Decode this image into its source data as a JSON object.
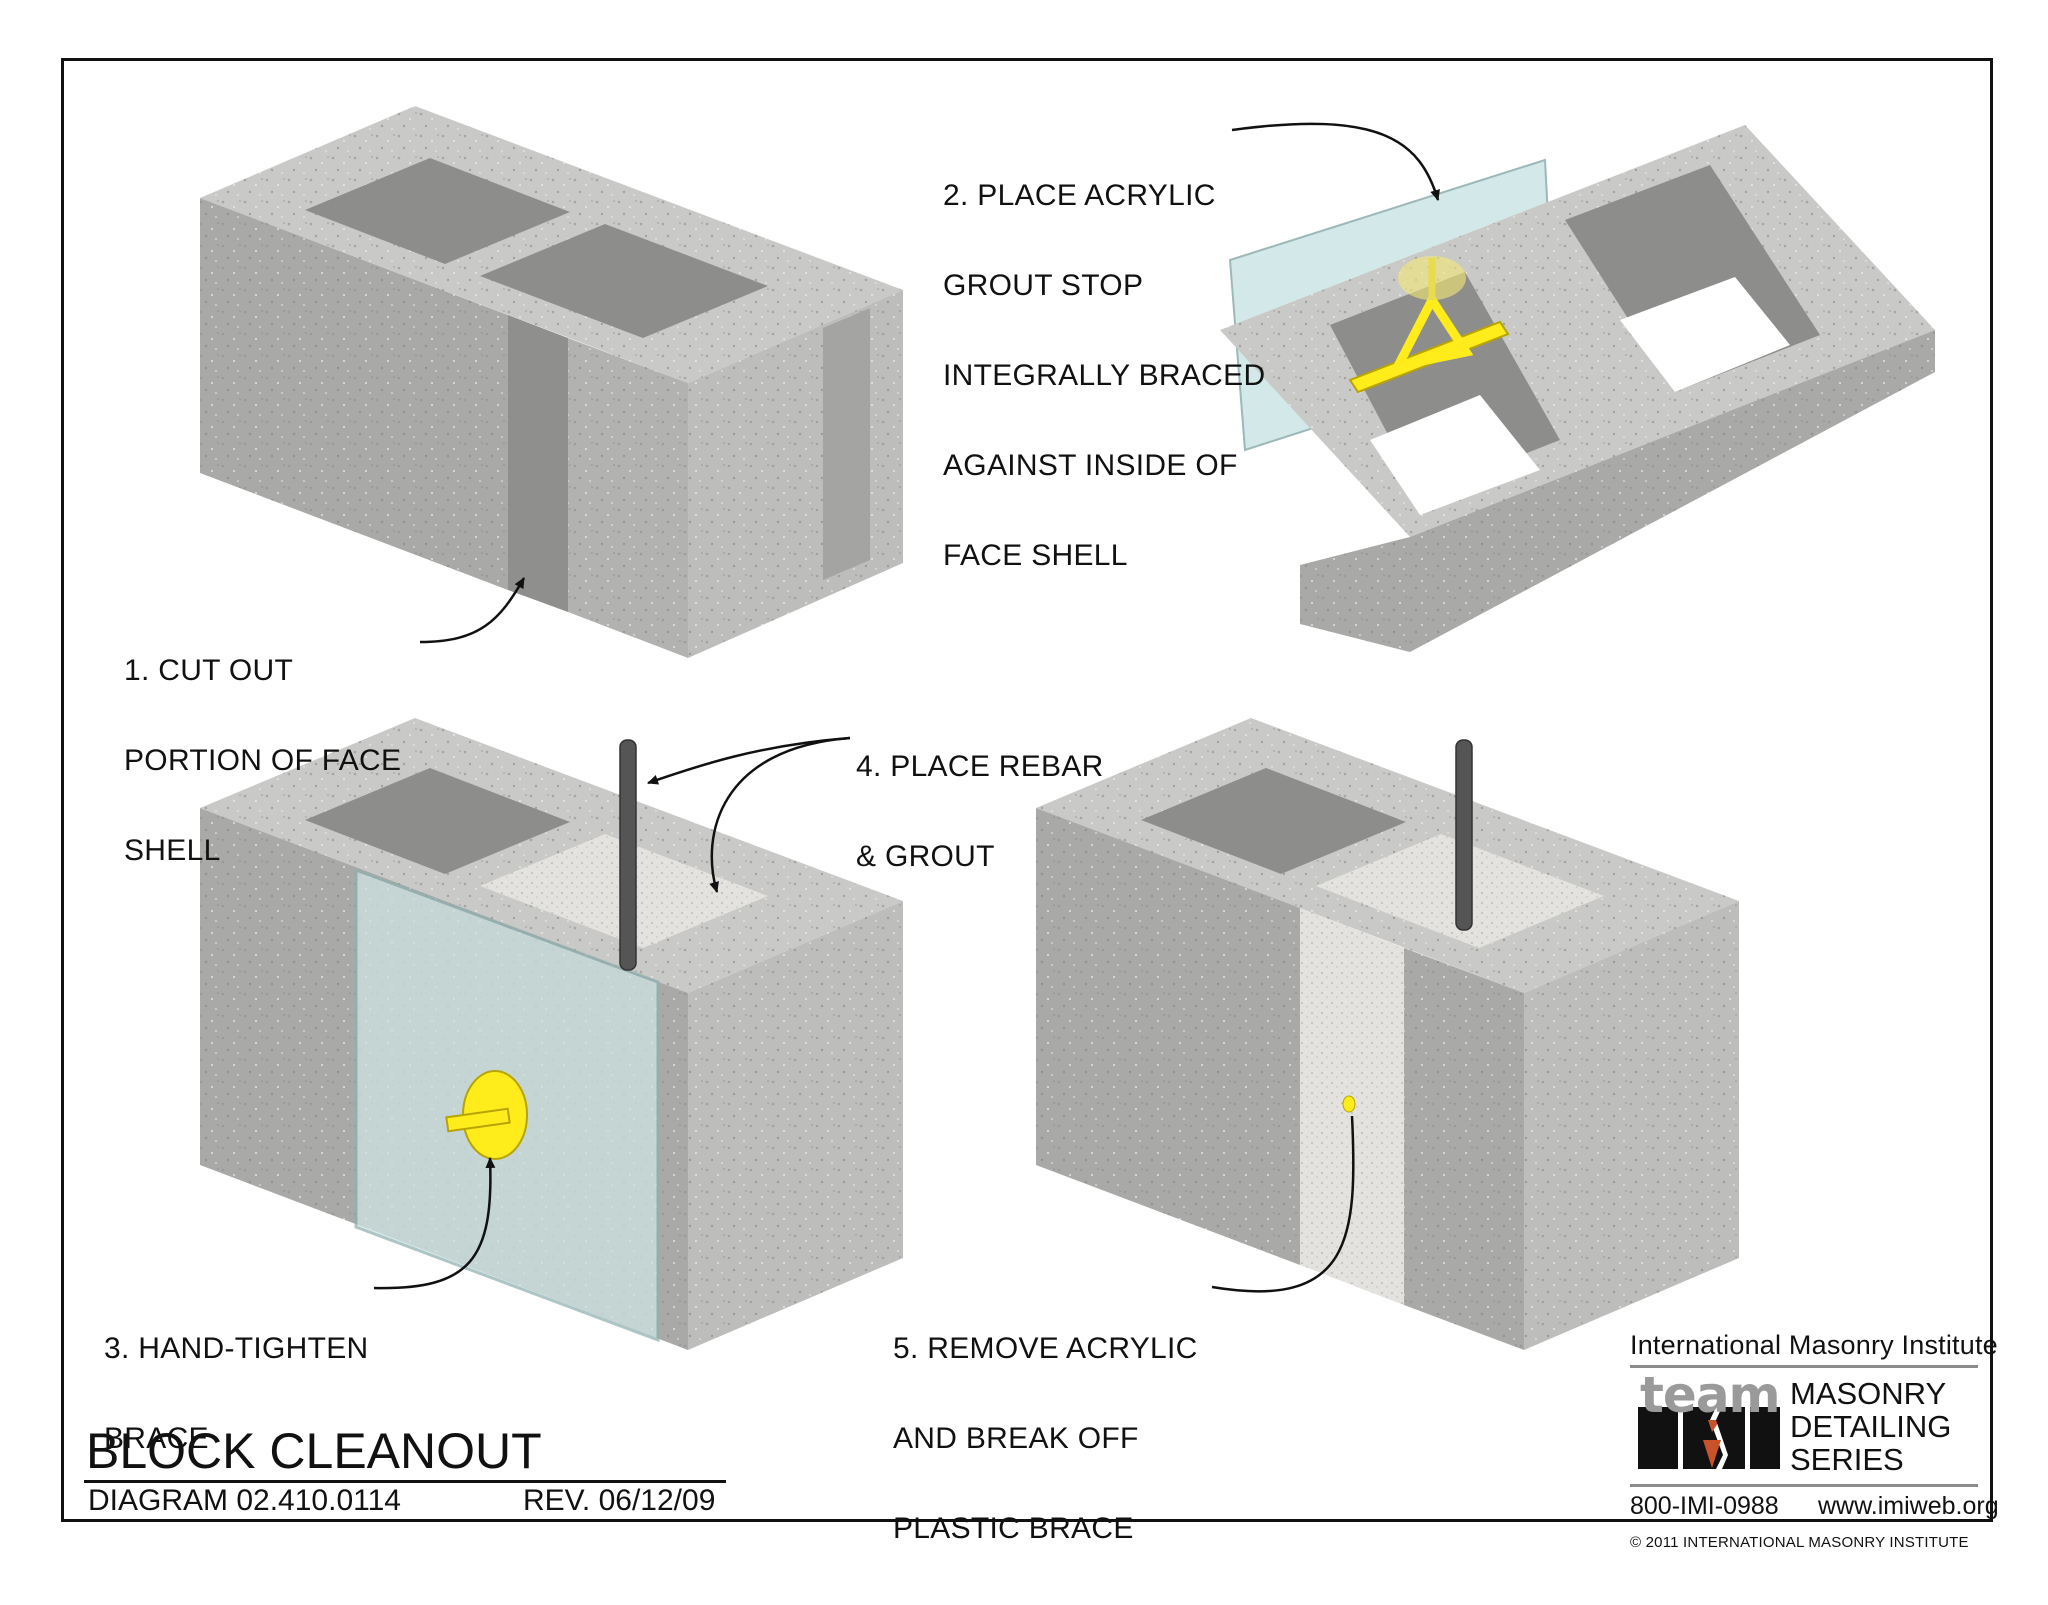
{
  "labels": {
    "step1": [
      "1. CUT OUT",
      "PORTION OF FACE",
      "SHELL"
    ],
    "step2": [
      "2. PLACE ACRYLIC",
      "GROUT STOP",
      "INTEGRALLY BRACED",
      "AGAINST INSIDE OF",
      "FACE SHELL"
    ],
    "step3": [
      "3. HAND-TIGHTEN",
      "BRACE"
    ],
    "step4": [
      "4. PLACE REBAR",
      "& GROUT"
    ],
    "step5": [
      "5. REMOVE ACRYLIC",
      "AND BREAK OFF",
      "PLASTIC BRACE"
    ]
  },
  "title_block": {
    "title": "BLOCK CLEANOUT",
    "diagram": "DIAGRAM 02.410.0114",
    "rev": "REV. 06/12/09"
  },
  "logo": {
    "institute": "International Masonry Institute",
    "team": "team",
    "series": [
      "MASONRY",
      "DETAILING",
      "SERIES"
    ],
    "phone": "800-IMI-0988",
    "web": "www.imiweb.org"
  },
  "copyright": "© 2011 INTERNATIONAL MASONRY INSTITUTE",
  "colors": {
    "block_top": "#c9c9c7",
    "block_left": "#a9a9a7",
    "block_right": "#b9b9b7",
    "cell_inner": "#8d8d8b",
    "grout": "#e2e0dc",
    "acrylic": "#cfe6e6",
    "brace": "#ffec1a",
    "rebar": "#555555",
    "logo_red": "#c8532a"
  }
}
